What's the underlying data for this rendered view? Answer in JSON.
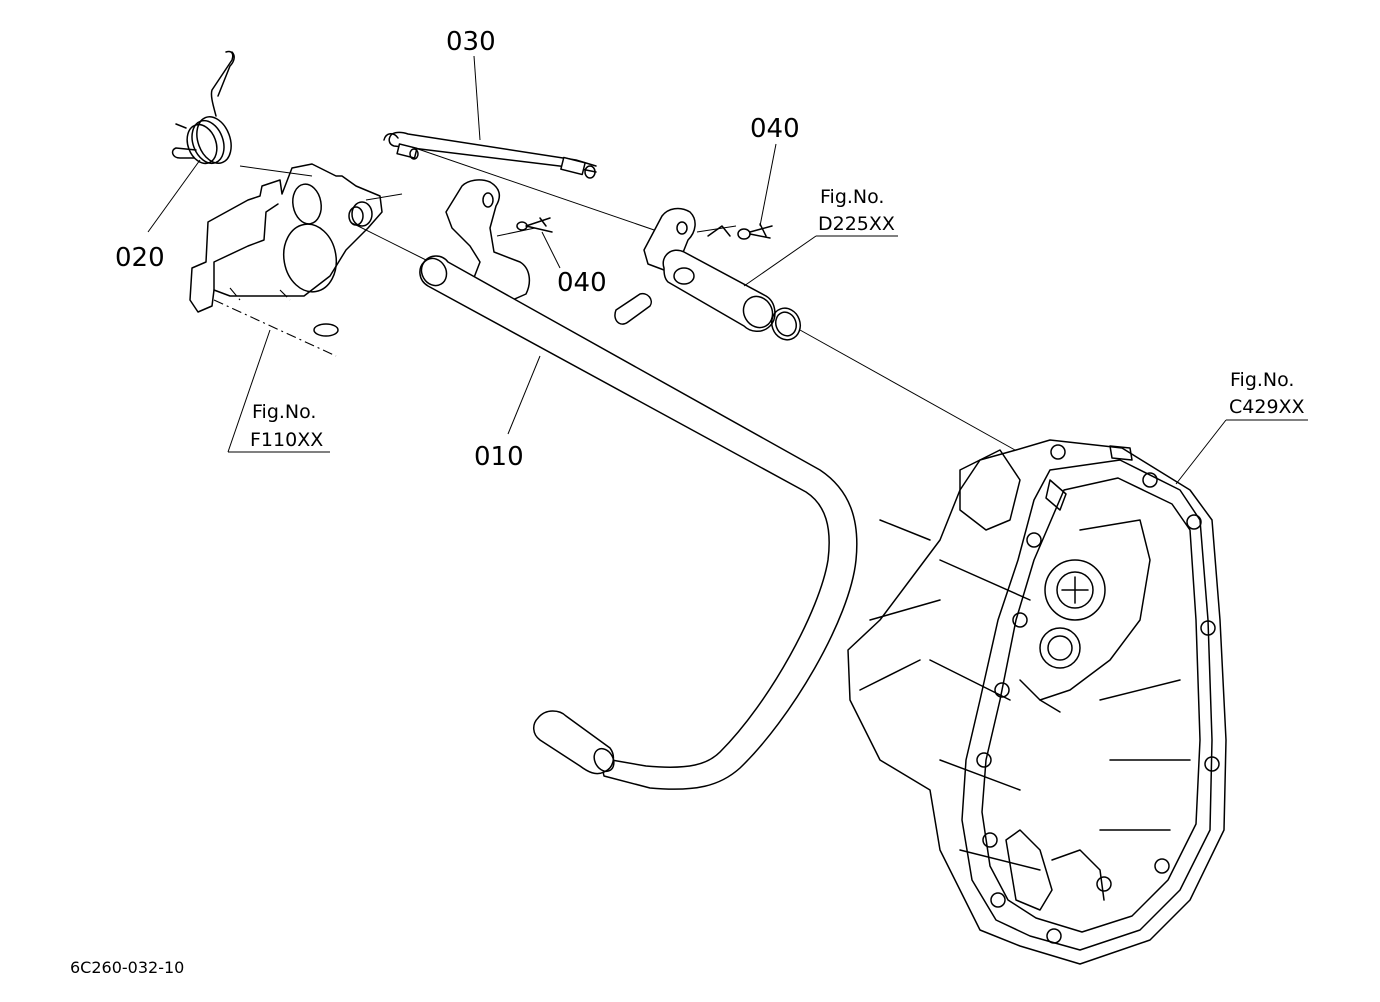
{
  "diagram": {
    "drawing_code": "6C260-032-10",
    "parts": [
      {
        "number": "010"
      },
      {
        "number": "020"
      },
      {
        "number": "030"
      },
      {
        "number": "040"
      },
      {
        "number": "040"
      }
    ],
    "figure_refs": [
      {
        "caption": "Fig.No.",
        "code": "F110XX"
      },
      {
        "caption": "Fig.No.",
        "code": "D225XX"
      },
      {
        "caption": "Fig.No.",
        "code": "C429XX"
      }
    ]
  }
}
